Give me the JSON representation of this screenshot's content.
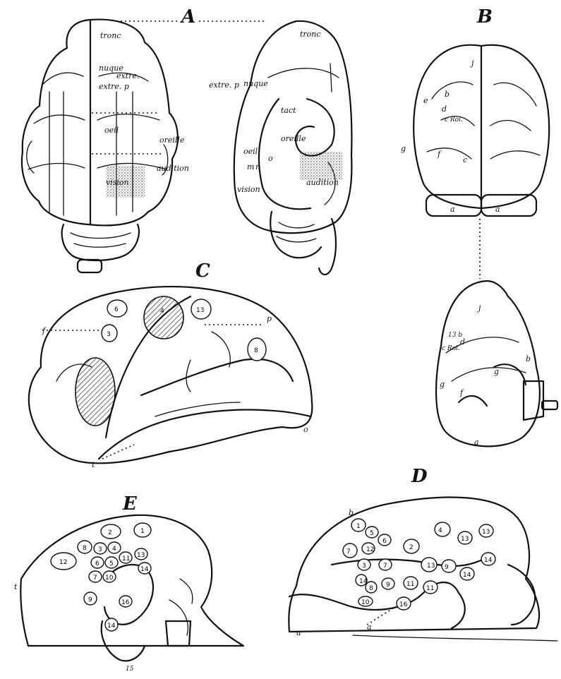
{
  "figure": {
    "panels": {
      "A": {
        "letter": "A",
        "left_labels": [
          "tronc",
          "nuque",
          "extre.",
          "extre. p",
          "oeil",
          "oreille",
          "audition",
          "vision"
        ],
        "right_labels": [
          "tronc",
          "nuque",
          "extre. p",
          "tact",
          "oreille",
          "oeil",
          "audition",
          "m",
          "n",
          "o",
          "vision"
        ]
      },
      "B": {
        "letter": "B",
        "top_labels": [
          "j",
          "b",
          "e",
          "d",
          "c Rol.",
          "g",
          "f",
          "c",
          "a",
          "a"
        ],
        "side_labels": [
          "j",
          "13 b",
          "c Rol.",
          "d",
          "g",
          "f",
          "g",
          "b",
          "a"
        ]
      },
      "C": {
        "letter": "C",
        "labels": [
          "f",
          "p",
          "o",
          "t"
        ],
        "circle_numbers": [
          "6",
          "4",
          "13",
          "3",
          "8"
        ]
      },
      "D": {
        "letter": "D",
        "labels": [
          "b",
          "a",
          "a"
        ],
        "circle_numbers": [
          "1",
          "5",
          "6",
          "2",
          "7",
          "12",
          "3",
          "4",
          "13",
          "13",
          "13",
          "7",
          "9",
          "14",
          "14",
          "8",
          "9",
          "11",
          "11",
          "10",
          "16",
          "14"
        ]
      },
      "E": {
        "letter": "E",
        "labels": [
          "t",
          "15"
        ],
        "circle_numbers": [
          "2",
          "1",
          "8",
          "12",
          "3",
          "4",
          "6",
          "5",
          "7",
          "10",
          "11",
          "13",
          "14",
          "9",
          "16",
          "14"
        ]
      }
    }
  }
}
